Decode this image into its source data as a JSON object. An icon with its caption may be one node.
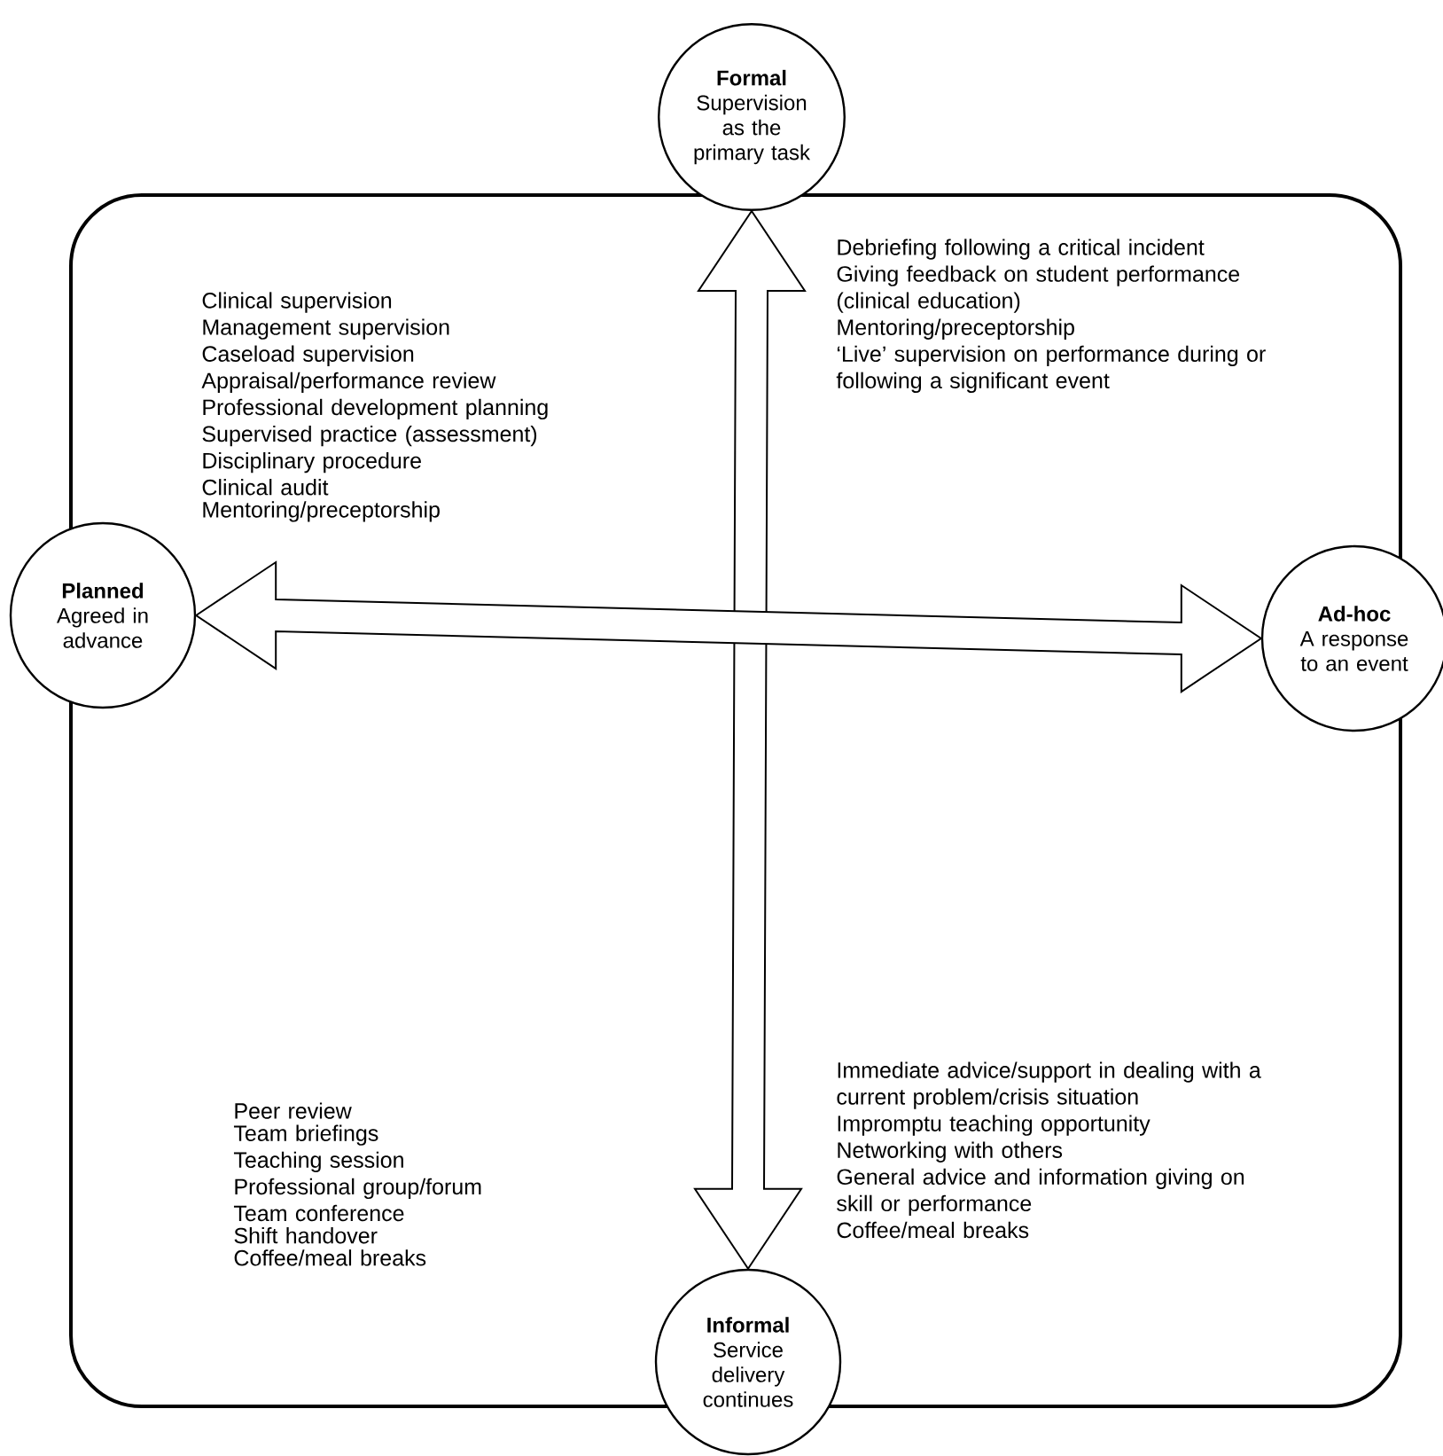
{
  "diagram": {
    "nodes": [
      {
        "text": [
          "Formal",
          "Supervision as the primary task"
        ]
      },
      {
        "text": [
          "Planned",
          "Agreed in advance"
        ]
      },
      {
        "text": [
          "Ad-hoc",
          "A response to an event"
        ]
      },
      {
        "text": [
          "Informal",
          "Service delivery continues"
        ]
      }
    ],
    "edges": [
      {
        "from": 0,
        "to": 3,
        "arrow": "both"
      },
      {
        "from": 1,
        "to": 2,
        "arrow": "both"
      }
    ],
    "labels": [
      "Clinical supervision",
      "Management supervision",
      "Caseload supervision",
      "Appraisal/performance review",
      "Professional development planning",
      "Supervised practice (assessment)",
      "Disciplinary procedure",
      "Clinical audit",
      "Mentoring/preceptorship",
      "Debriefing following a critical incident",
      "Giving feedback on student performance (clinical education)",
      "Mentoring/preceptorship",
      "‘Live’ supervision on performance during or following a significant event",
      "Peer review",
      "Team briefings",
      "Teaching session",
      "Professional group/forum",
      "Team conference",
      "Shift handover",
      "Coffee/meal breaks",
      "Immediate advice/support in dealing with a current problem/crisis situation",
      "Impromptu teaching opportunity",
      "Networking with others",
      "General advice and information giving on skill or performance",
      "Coffee/meal breaks"
    ]
  }
}
